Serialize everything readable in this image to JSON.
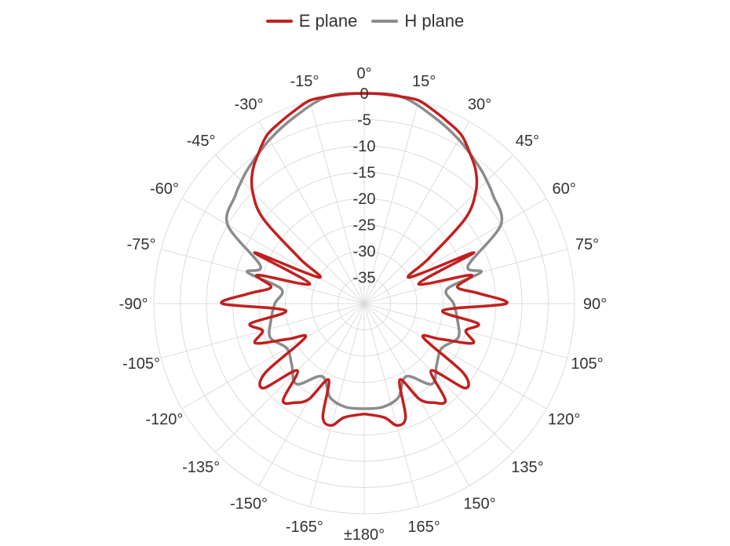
{
  "chart_data": {
    "type": "line",
    "subtype": "polar",
    "title": "",
    "angular_ticks": [
      "0°",
      "15°",
      "30°",
      "45°",
      "60°",
      "75°",
      "90°",
      "105°",
      "120°",
      "135°",
      "150°",
      "165°",
      "±180°",
      "-165°",
      "-150°",
      "-135°",
      "-120°",
      "-105°",
      "-90°",
      "-75°",
      "-60°",
      "-45°",
      "-30°",
      "-15°"
    ],
    "radial_ticks": [
      "0",
      "-5",
      "-10",
      "-15",
      "-20",
      "-25",
      "-30",
      "-35"
    ],
    "radial_range": [
      -40,
      0
    ],
    "grid": true,
    "legend_position": "top-center",
    "series": [
      {
        "name": "E plane",
        "color": "#c0201f",
        "angles": [
          -180,
          -170,
          -165,
          -160,
          -155,
          -150,
          -145,
          -140,
          -135,
          -130,
          -125,
          -120,
          -115,
          -110,
          -105,
          -100,
          -95,
          -90,
          -85,
          -80,
          -75,
          -70,
          -65,
          -60,
          -55,
          -50,
          -45,
          -40,
          -35,
          -30,
          -25,
          -20,
          -15,
          -10,
          -5,
          0,
          5,
          10,
          15,
          20,
          25,
          30,
          35,
          40,
          45,
          50,
          55,
          60,
          65,
          70,
          75,
          80,
          85,
          90,
          95,
          100,
          105,
          110,
          115,
          120,
          125,
          130,
          135,
          140,
          145,
          150,
          155,
          160,
          165,
          170,
          180
        ],
        "values": [
          -19,
          -18,
          -16,
          -17,
          -24,
          -19,
          -17,
          -16,
          -22,
          -15,
          -17,
          -27,
          -24,
          -18,
          -20,
          -18,
          -25,
          -13,
          -18,
          -22,
          -19,
          -29,
          -17,
          -30,
          -25,
          -15,
          -10,
          -7,
          -5,
          -3,
          -2,
          -1,
          0,
          0,
          0,
          0,
          0,
          0,
          0,
          -1,
          -2,
          -3,
          -5,
          -7,
          -10,
          -15,
          -25,
          -30,
          -17,
          -29,
          -19,
          -22,
          -18,
          -13,
          -25,
          -18,
          -20,
          -18,
          -24,
          -27,
          -17,
          -15,
          -22,
          -16,
          -17,
          -19,
          -24,
          -17,
          -16,
          -18,
          -19
        ]
      },
      {
        "name": "H plane",
        "color": "#8c8c8c",
        "angles": [
          -180,
          -170,
          -160,
          -150,
          -140,
          -130,
          -120,
          -110,
          -100,
          -90,
          -80,
          -75,
          -70,
          -60,
          -50,
          -45,
          -40,
          -30,
          -20,
          -10,
          0,
          10,
          20,
          30,
          40,
          45,
          50,
          60,
          70,
          75,
          80,
          90,
          100,
          110,
          120,
          130,
          140,
          150,
          160,
          170,
          180
        ],
        "values": [
          -20,
          -20,
          -21,
          -24,
          -20,
          -22,
          -23,
          -21,
          -22,
          -23,
          -24,
          -17,
          -19,
          -10,
          -8,
          -7,
          -6,
          -4,
          -2,
          0,
          0,
          0,
          -2,
          -4,
          -6,
          -7,
          -8,
          -10,
          -19,
          -17,
          -24,
          -23,
          -22,
          -21,
          -23,
          -22,
          -20,
          -24,
          -21,
          -20,
          -20
        ]
      }
    ]
  }
}
